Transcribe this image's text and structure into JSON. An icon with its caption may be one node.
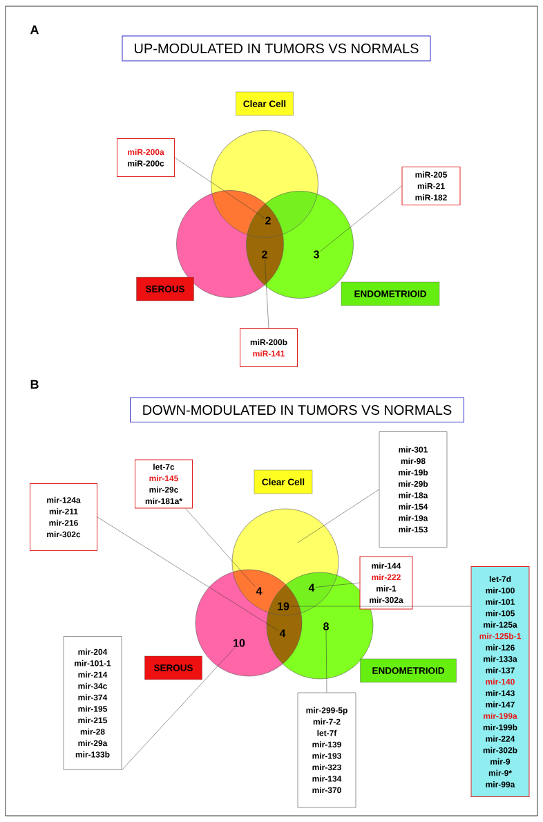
{
  "diagram": {
    "nodes": [
      {
        "text": [
          "UP-MODULATED IN TUMORS VS NORMALS"
        ]
      },
      {
        "text": [
          "Clear Cell"
        ]
      },
      {
        "text": [
          "miR-200a",
          "miR-200c"
        ]
      },
      {
        "text": [
          "miR-205",
          "miR-21",
          "miR-182"
        ]
      },
      {
        "text": [
          "2"
        ]
      },
      {
        "text": [
          "2"
        ]
      },
      {
        "text": [
          "3"
        ]
      },
      {
        "text": [
          "SEROUS"
        ]
      },
      {
        "text": [
          "ENDOMETRIOID"
        ]
      },
      {
        "text": [
          "miR-200b",
          "miR-141"
        ]
      },
      {
        "text": [
          "DOWN-MODULATED IN TUMORS VS NORMALS"
        ]
      },
      {
        "text": [
          "let-7c",
          "mir-145",
          "mir-29c",
          "mir-181a*"
        ]
      },
      {
        "text": [
          "mir-301",
          "mir-98",
          "mir-19b",
          "mir-29b",
          "mir-18a",
          "mir-154",
          "mir-19a",
          "mir-153"
        ]
      },
      {
        "text": [
          "Clear Cell"
        ]
      },
      {
        "text": [
          "mir-124a",
          "mir-211",
          "mir-216",
          "mir-302c"
        ]
      },
      {
        "text": [
          "mir-144",
          "mir-222",
          "mir-1",
          "mir-302a"
        ]
      },
      {
        "text": [
          "4"
        ]
      },
      {
        "text": [
          "4"
        ]
      },
      {
        "text": [
          "19"
        ]
      },
      {
        "text": [
          "let-7d",
          "mir-100",
          "mir-101",
          "mir-105",
          "mir-125a",
          "mir-125b-1",
          "mir-126",
          "mir-133a",
          "mir-137",
          "mir-140",
          "mir-143",
          "mir-147",
          "mir-199a",
          "mir-199b",
          "mir-224",
          "mir-302b",
          "mir-9",
          "mir-9*",
          "mir-99a"
        ]
      },
      {
        "text": [
          "4"
        ]
      },
      {
        "text": [
          "10"
        ]
      },
      {
        "text": [
          "8"
        ]
      },
      {
        "text": [
          "mir-204",
          "mir-101-1",
          "mir-214",
          "mir-34c",
          "mir-374",
          "mir-195",
          "mir-215",
          "mir-28",
          "mir-29a",
          "mir-133b"
        ]
      },
      {
        "text": [
          "SEROUS"
        ]
      },
      {
        "text": [
          "ENDOMETRIOID"
        ]
      },
      {
        "text": [
          "mir-299-5p",
          "mir-7-2",
          "let-7f",
          "mir-139",
          "mir-193",
          "mir-323",
          "mir-134",
          "mir-370"
        ]
      }
    ],
    "edges": [
      {
        "from": 2,
        "to": 4,
        "arrow": "none"
      },
      {
        "from": 3,
        "to": 6,
        "arrow": "none"
      },
      {
        "from": 9,
        "to": 5,
        "arrow": "none"
      },
      {
        "from": 11,
        "to": 16,
        "arrow": "none"
      },
      {
        "from": 14,
        "to": 20,
        "arrow": "none"
      },
      {
        "from": 23,
        "to": 21,
        "arrow": "none"
      },
      {
        "from": 12,
        "to": null,
        "arrow": "none"
      },
      {
        "from": 15,
        "to": 17,
        "arrow": "none"
      },
      {
        "from": 19,
        "to": 18,
        "arrow": "none"
      },
      {
        "from": 26,
        "to": 22,
        "arrow": "none"
      }
    ],
    "labels": [
      "A",
      "B"
    ]
  }
}
